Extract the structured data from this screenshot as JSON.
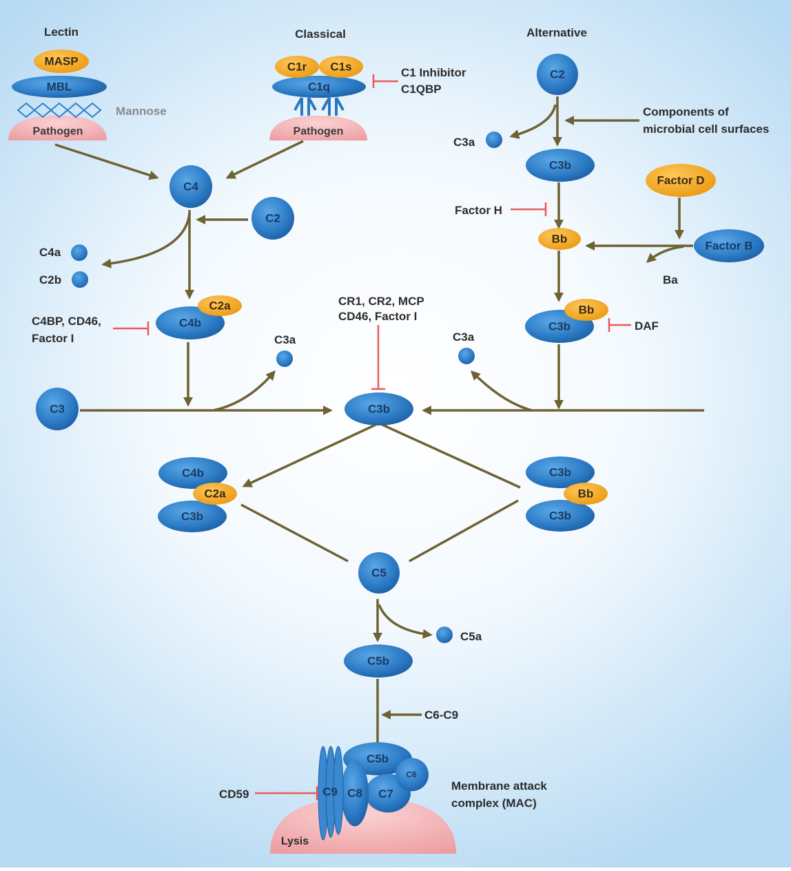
{
  "headers": {
    "lectin": "Lectin",
    "classical": "Classical",
    "alternative": "Alternative"
  },
  "lectin": {
    "masp": "MASP",
    "mbl": "MBL",
    "mannose": "Mannose",
    "pathogen": "Pathogen"
  },
  "classical": {
    "c1r": "C1r",
    "c1s": "C1s",
    "c1q": "C1q",
    "pathogen": "Pathogen",
    "inhibitor1": "C1 Inhibitor",
    "inhibitor2": "C1QBP"
  },
  "nodes": {
    "c4": "C4",
    "c2_classical": "C2",
    "c4a": "C4a",
    "c2b": "C2b",
    "c4b": "C4b",
    "c2a": "C2a",
    "c3": "C3",
    "c3a_left": "C3a",
    "c3a_right": "C3a",
    "c3b_center": "C3b",
    "c2_alt": "C2",
    "c3a_alt": "C3a",
    "c3b_alt": "C3b",
    "factor_d": "Factor D",
    "factor_b": "Factor B",
    "bb": "Bb",
    "ba": "Ba",
    "c3b_bb_c3b": "C3b",
    "c3b_bb_bb": "Bb",
    "conv_left_c4b": "C4b",
    "conv_left_c2a": "C2a",
    "conv_left_c3b": "C3b",
    "conv_right_c3b_top": "C3b",
    "conv_right_bb": "Bb",
    "conv_right_c3b_bottom": "C3b",
    "c5": "C5",
    "c5a": "C5a",
    "c5b": "C5b",
    "c6_c9": "C6-C9",
    "mac_c5b": "C5b",
    "mac_c6": "C6",
    "mac_c7": "C7",
    "mac_c8": "C8",
    "mac_c9": "C9"
  },
  "regulators": {
    "microbial_1": "Components of",
    "microbial_2": "microbial cell surfaces",
    "factor_h": "Factor H",
    "c4bp_1": "C4BP, CD46,",
    "c4bp_2": "Factor I",
    "cr_1": "CR1, CR2, MCP",
    "cr_2": "CD46, Factor I",
    "daf": "DAF",
    "cd59": "CD59"
  },
  "mac": {
    "label_1": "Membrane attack",
    "label_2": "complex (MAC)",
    "lysis": "Lysis"
  },
  "colors": {
    "blue": "#2f7fc8",
    "orange": "#f5a91f",
    "pink": "#f2a9ac",
    "arrow": "#6e6232",
    "inhibitor": "#e85a5a"
  }
}
